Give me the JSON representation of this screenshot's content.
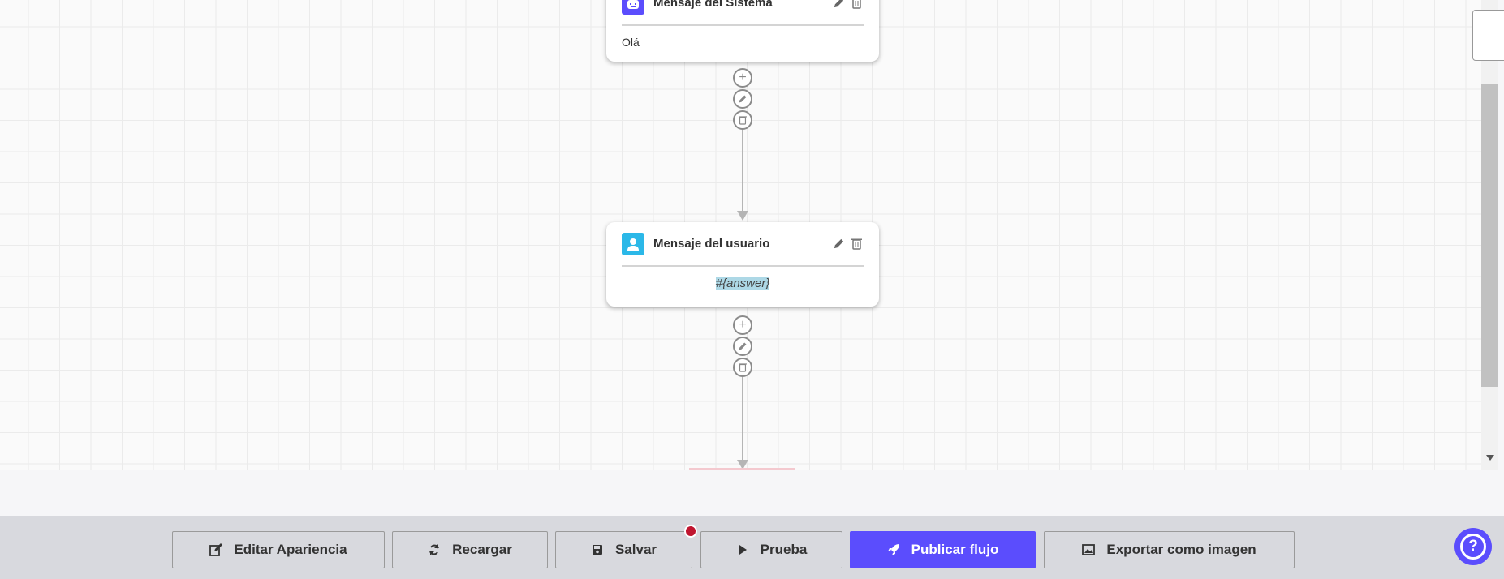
{
  "nodes": [
    {
      "title": "Mensaje del Sistema",
      "body": "Olá",
      "icon": "robot-icon",
      "color": "#5b4dfd"
    },
    {
      "title": "Mensaje del usuario",
      "body": "#{answer}",
      "icon": "user-icon",
      "color": "#2bb8e8",
      "highlight": "#add8e6"
    }
  ],
  "toolbar": {
    "edit_label": "Editar Apariencia",
    "reload_label": "Recargar",
    "save_label": "Salvar",
    "test_label": "Prueba",
    "publish_label": "Publicar flujo",
    "export_label": "Exportar como imagen"
  },
  "colors": {
    "accent": "#5b4dfd",
    "unsaved_dot": "#c0152f"
  }
}
